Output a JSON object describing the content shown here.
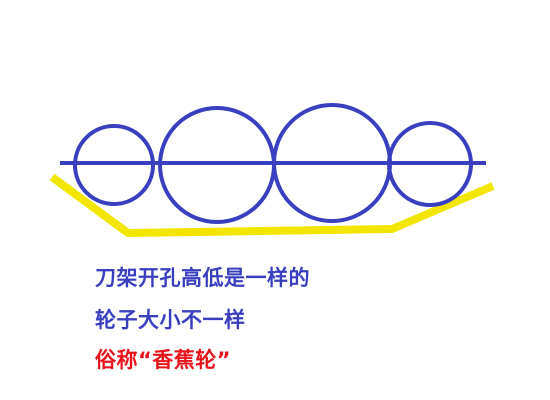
{
  "colors": {
    "background": "#ffffff",
    "wheel_stroke": "#3a3fbf",
    "axle_line": "#3a3fbf",
    "blade_rack": "#f2e600",
    "caption_blue": "#3a3fbf",
    "caption_red": "#e8141c"
  },
  "diagram": {
    "wheels": [
      {
        "label": "",
        "relative_size": "small"
      },
      {
        "label": "",
        "relative_size": "large"
      },
      {
        "label": "",
        "relative_size": "large"
      },
      {
        "label": "",
        "relative_size": "small"
      }
    ]
  },
  "captions": {
    "line1": "刀架开孔高低是一样的",
    "line2": "轮子大小不一样",
    "line3": "俗称“香蕉轮”"
  }
}
